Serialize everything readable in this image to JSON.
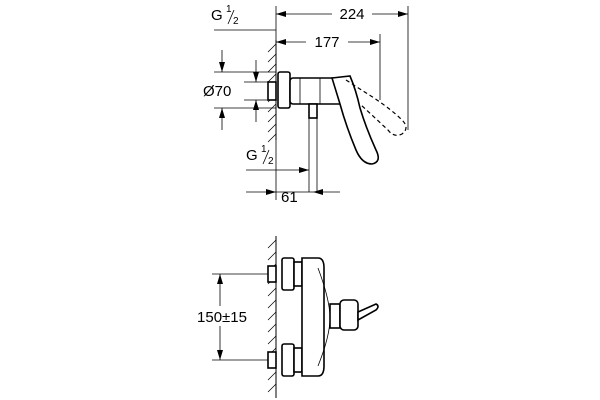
{
  "top_view": {
    "thread_top": {
      "main": "G",
      "sup": "1",
      "sub": "2"
    },
    "dim_overall": "224",
    "dim_handle": "177",
    "dim_diameter": "Ø70",
    "thread_bottom": {
      "main": "G",
      "sup": "1",
      "sub": "2"
    },
    "dim_outlet": "61"
  },
  "front_view": {
    "dim_centers": "150±15"
  }
}
